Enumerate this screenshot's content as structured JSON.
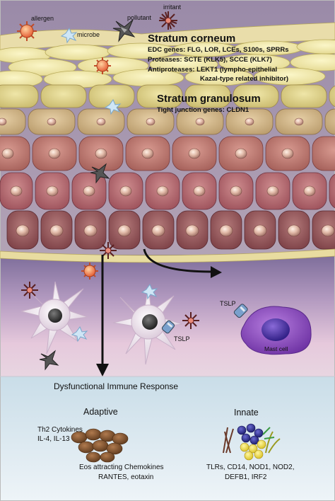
{
  "top_labels": {
    "allergen": "allergen",
    "microbe": "microbe",
    "pollutant": "pollutant",
    "irritant": "irritant"
  },
  "stratum_corneum": {
    "title": "Stratum corneum",
    "edc_key": "EDC genes:",
    "edc_val": "FLG, LOR, LCEs, S100s, SPRRs",
    "prot_key": "Proteases:",
    "prot_val": "SCTE (KLK5), SCCE (KLK7)",
    "anti_key": "Antiproteases:",
    "anti_val": "LEKT1 (lympho-epithelial",
    "anti_val2": "Kazal-type related inhibitor)"
  },
  "stratum_granulosum": {
    "title": "Stratum granulosum",
    "tj_key": "Tight junction genes:",
    "tj_val": "CLDN1"
  },
  "tslp_label": "TSLP",
  "tslp_label_2": "TSLP",
  "mast_cell": "Mast cell",
  "dysfunctional": "Dysfunctional Immune Response",
  "adaptive": {
    "title": "Adaptive",
    "th2": "Th2 Cytokines",
    "il": "IL-4, IL-13",
    "eos": "Eos attracting Chemokines",
    "rantes": "RANTES, eotaxin"
  },
  "innate": {
    "title": "Innate",
    "line1": "TLRs, CD14, NOD1, NOD2,",
    "line2": "DEFB1, IRF2"
  },
  "colors": {
    "orange_allergen": "#e8643a",
    "microbe_blue": "#b8d8ee",
    "mast_purple": "#7a3fb0",
    "pollutant_grey": "#444444"
  }
}
